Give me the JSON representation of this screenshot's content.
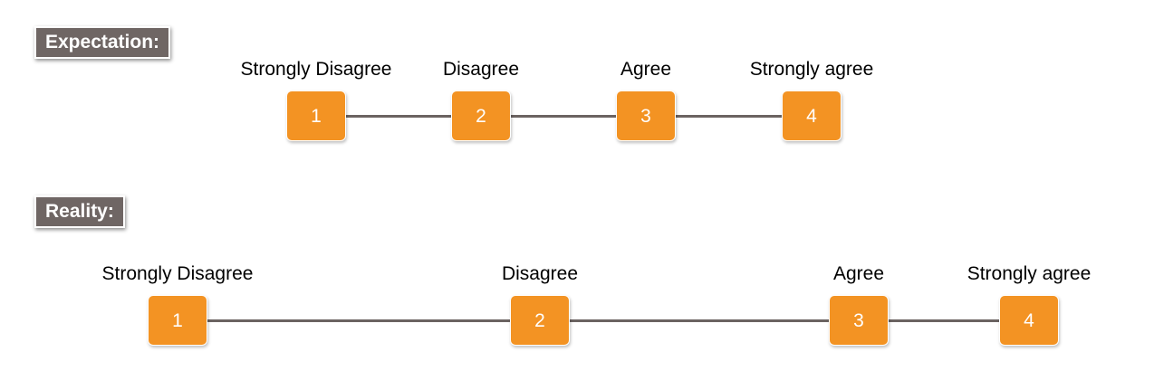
{
  "expectation": {
    "title": "Expectation:",
    "points": [
      {
        "number": "1",
        "label": "Strongly Disagree"
      },
      {
        "number": "2",
        "label": "Disagree"
      },
      {
        "number": "3",
        "label": "Agree"
      },
      {
        "number": "4",
        "label": "Strongly agree"
      }
    ]
  },
  "reality": {
    "title": "Reality:",
    "points": [
      {
        "number": "1",
        "label": "Strongly Disagree"
      },
      {
        "number": "2",
        "label": "Disagree"
      },
      {
        "number": "3",
        "label": "Agree"
      },
      {
        "number": "4",
        "label": "Strongly agree"
      }
    ]
  },
  "colors": {
    "box_fill": "#f39323",
    "label_fill": "#6f6664",
    "line": "#6b6361"
  }
}
